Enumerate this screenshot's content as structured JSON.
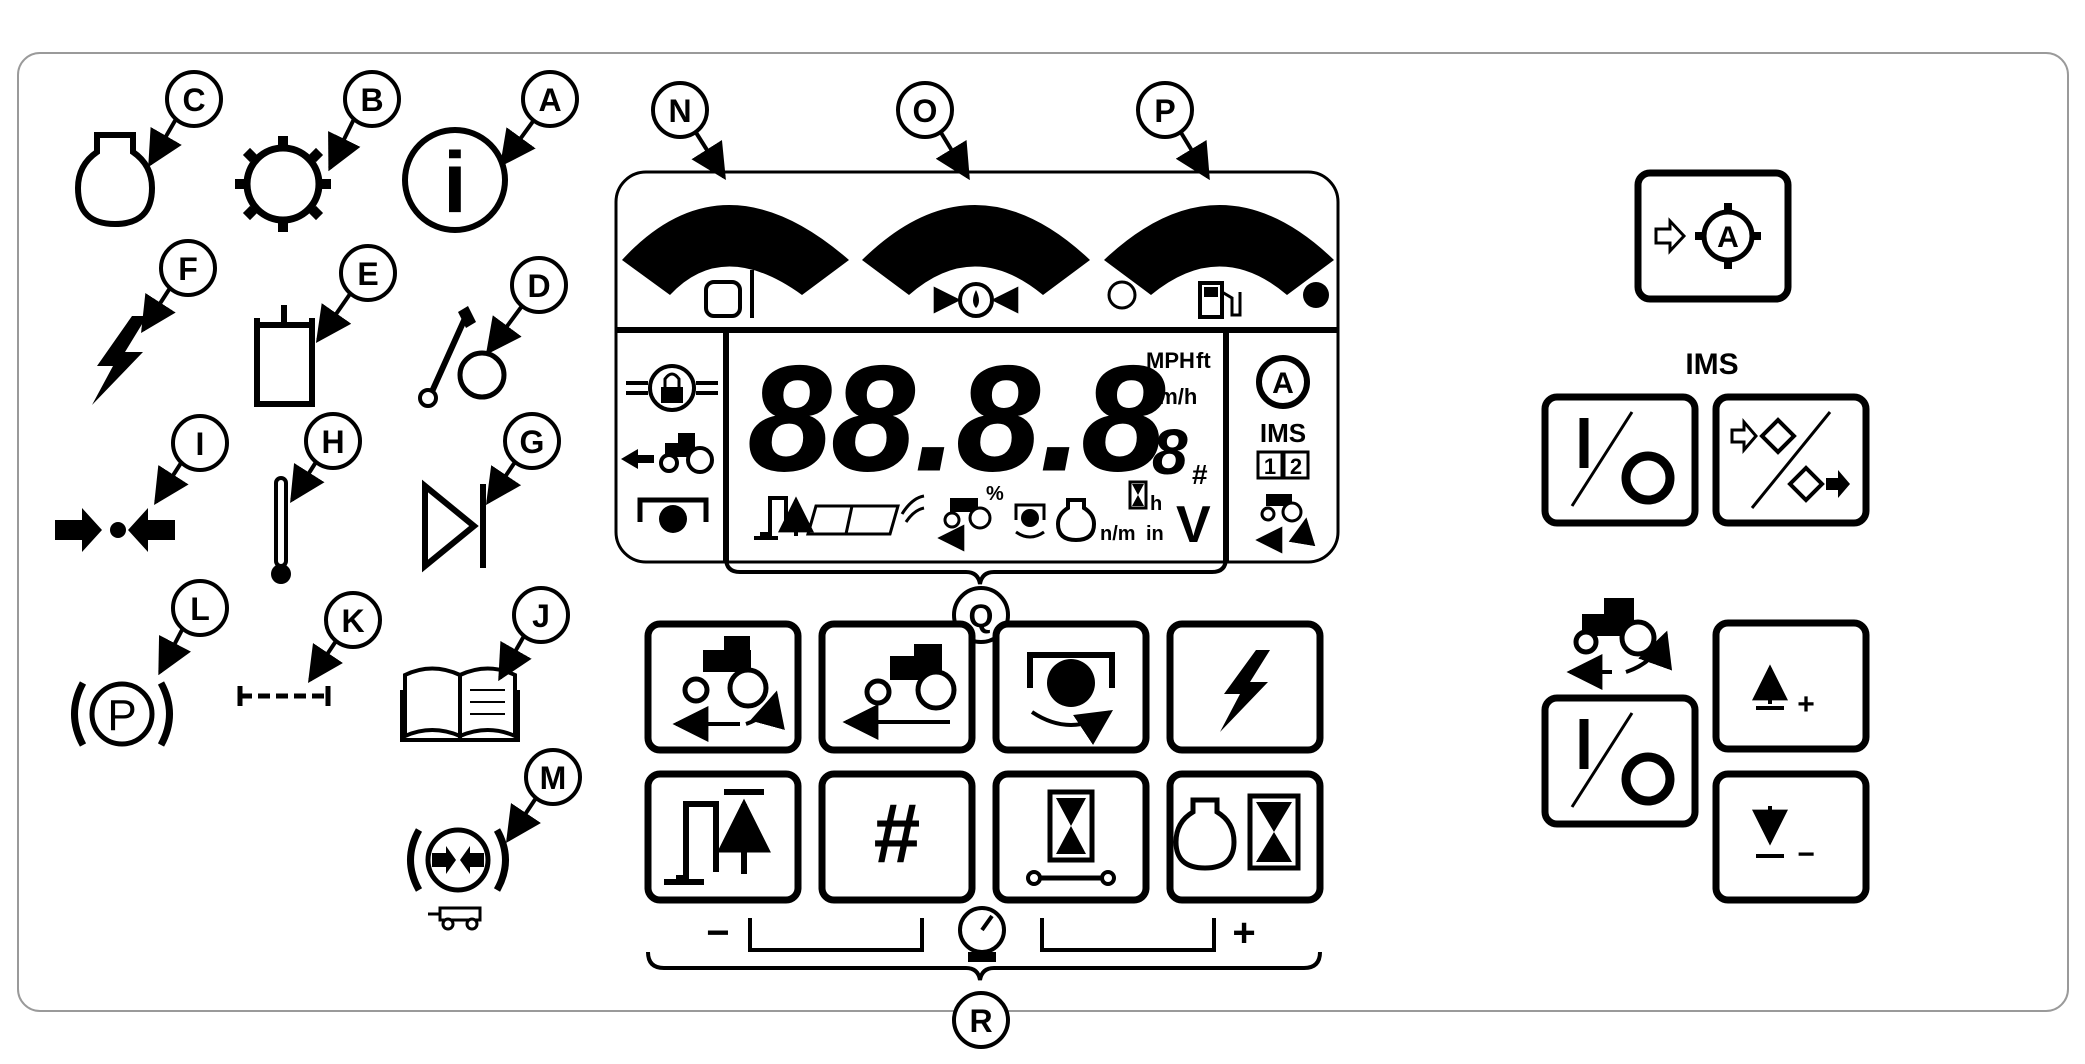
{
  "callouts": {
    "a": "A",
    "b": "B",
    "c": "C",
    "d": "D",
    "e": "E",
    "f": "F",
    "g": "G",
    "h": "H",
    "i": "I",
    "j": "J",
    "k": "K",
    "l": "L",
    "m": "M",
    "n": "N",
    "o": "O",
    "p": "P",
    "q": "Q",
    "r": "R"
  },
  "indicators": {
    "info_glyph": "i",
    "park_glyph": "P"
  },
  "lcd": {
    "digits": "88.8.8",
    "small_digit": "8",
    "unit_mph": "MPH",
    "unit_ft": "ft",
    "unit_kmh": "km/h",
    "hash": "#",
    "unit_h": "h",
    "unit_nm": "n/m",
    "unit_in": "in",
    "unit_v": "V",
    "percent": "%",
    "auto_letter": "A",
    "ims": "IMS",
    "mem1": "1",
    "mem2": "2"
  },
  "keypad": {
    "hash_label": "#",
    "minus": "−",
    "plus": "+"
  },
  "right_controls": {
    "auto_letter": "A",
    "ims_label": "IMS",
    "plus": "+",
    "minus": "−"
  },
  "colors": {
    "ink": "#000000",
    "paper": "#ffffff",
    "frame": "#9a9a9a"
  }
}
